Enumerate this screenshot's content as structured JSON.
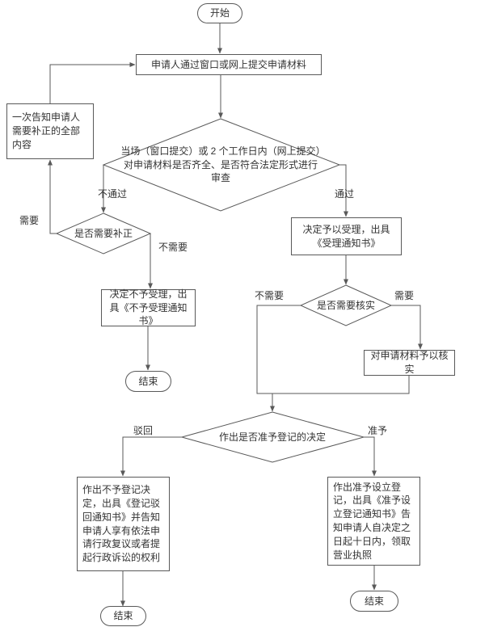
{
  "nodes": {
    "start": {
      "label": "开始"
    },
    "submit": {
      "label": "申请人通过窗口或网上提交申请材料"
    },
    "review": {
      "label": "当场（窗口提交）或 2 个工作日内（网上提交）对申请材料是否齐全、是否符合法定形式进行审查"
    },
    "need_correction": {
      "label": "是否需要补正"
    },
    "inform": {
      "label": "一次告知申请人需要补正的全部内容"
    },
    "accept": {
      "label": "决定予以受理，出具《受理通知书》"
    },
    "reject_accept": {
      "label": "决定不予受理，出具《不予受理通知书》"
    },
    "end1": {
      "label": "结束"
    },
    "need_verify": {
      "label": "是否需要核实"
    },
    "verify": {
      "label": "对申请材料予以核实"
    },
    "decision": {
      "label": "作出是否准予登记的决定"
    },
    "deny": {
      "label": "作出不予登记决定，出具《登记驳回通知书》并告知申请人享有依法申请行政复议或者提起行政诉讼的权利"
    },
    "approve": {
      "label": "作出准予设立登记，出具《准予设立登记通知书》告知申请人自决定之日起十日内，领取营业执照"
    },
    "end2": {
      "label": "结束"
    },
    "end3": {
      "label": "结束"
    }
  },
  "edge_labels": {
    "fail": "不通过",
    "pass": "通过",
    "need_fix": "需要",
    "no_fix": "不需要",
    "no_verify": "不需要",
    "do_verify": "需要",
    "reject": "驳回",
    "grant": "准予"
  },
  "colors": {
    "line": "#595959",
    "text": "#333333",
    "canvas": "#ffffff"
  }
}
